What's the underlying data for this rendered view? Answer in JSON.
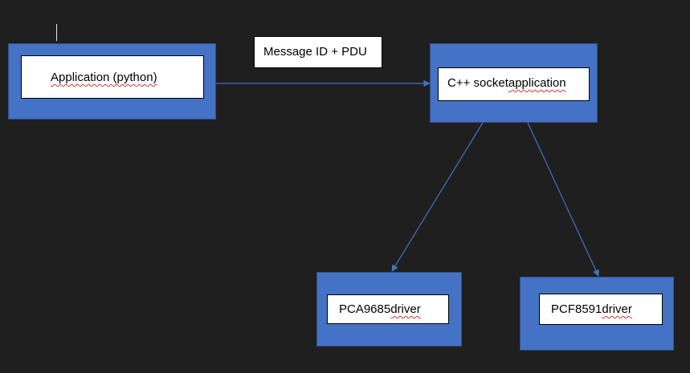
{
  "nodes": {
    "app": {
      "text_plain": "",
      "text_mark": "Application (python)"
    },
    "socket": {
      "text_plain": "C++ socket ",
      "text_mark": "application"
    },
    "pca": {
      "text_plain": "PCA9685 ",
      "text_mark": "driver"
    },
    "pcf": {
      "text_plain": "PCF8591 ",
      "text_mark": "driver"
    }
  },
  "edge_label": "Message ID + PDU",
  "colors": {
    "background": "#1f1f1f",
    "node_fill": "#4472c4",
    "node_border": "#2f528f",
    "edge": "#4472c4",
    "spellcheck": "#d13438"
  }
}
